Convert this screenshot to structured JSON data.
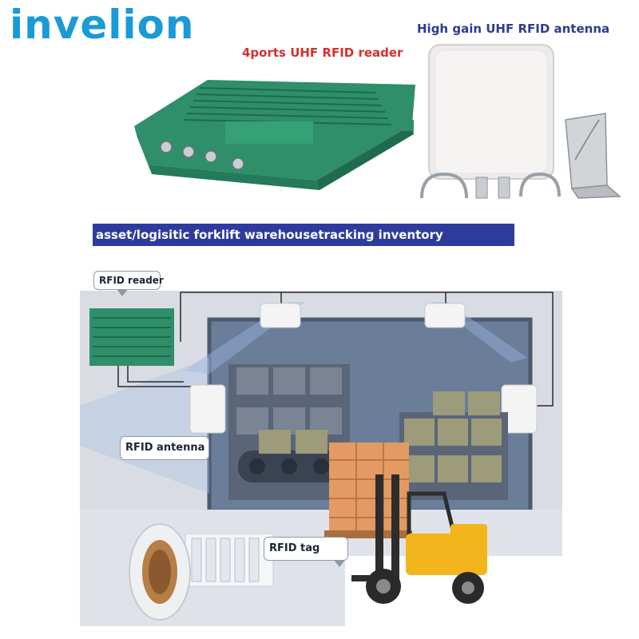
{
  "brand": {
    "name": "invelion"
  },
  "captions": {
    "reader": "4ports UHF RFID reader",
    "antenna": "High gain UHF RFID antenna"
  },
  "banner": {
    "text": "asset/logisitic forklift warehousetracking inventory"
  },
  "callouts": {
    "reader": "RFID reader",
    "antenna": "RFID antenna",
    "tag": "RFID tag"
  },
  "colors": {
    "brand": "#1a9ad6",
    "reader_caption": "#d6302b",
    "antenna_caption": "#2d3c8f",
    "banner_bg": "#2f3b9c",
    "reader_green": "#2e8f6a",
    "forklift_yellow": "#f2b51c"
  },
  "icons": [
    "rfid-reader-device",
    "rfid-antenna-panel",
    "mounting-bracket",
    "u-bolt",
    "forklift",
    "rfid-tag-roll"
  ]
}
